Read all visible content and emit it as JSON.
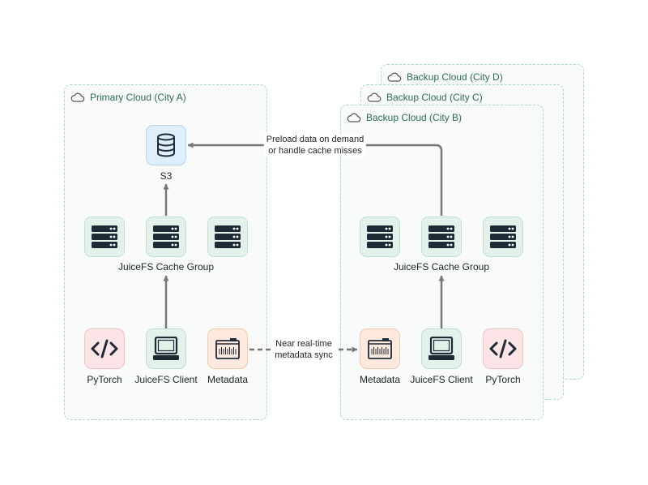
{
  "clouds": {
    "backup_d": {
      "title": "Backup Cloud (City D)"
    },
    "backup_c": {
      "title": "Backup Cloud (City C)"
    },
    "backup_b": {
      "title": "Backup Cloud (City B)"
    },
    "primary": {
      "title": "Primary Cloud (City A)"
    }
  },
  "primary": {
    "s3_label": "S3",
    "cache_group_label": "JuiceFS Cache Group",
    "pytorch_label": "PyTorch",
    "client_label": "JuiceFS Client",
    "metadata_label": "Metadata"
  },
  "backup": {
    "cache_group_label": "JuiceFS Cache Group",
    "metadata_label": "Metadata",
    "client_label": "JuiceFS Client",
    "pytorch_label": "PyTorch"
  },
  "notes": {
    "preload_line1": "Preload data on demand",
    "preload_line2": "or handle cache misses",
    "sync_line1": "Near real-time",
    "sync_line2": "metadata sync"
  },
  "colors": {
    "cloud_border": "#a9d9c4",
    "cloud_title": "#2c6b4f",
    "arrow": "#777777",
    "icon_dark": "#1f2a37"
  },
  "icons": {
    "cloud": "cloud-icon",
    "s3": "database-icon",
    "cache": "server-rack-icon",
    "pytorch": "code-icon",
    "client": "computer-icon",
    "metadata": "metadata-icon"
  }
}
